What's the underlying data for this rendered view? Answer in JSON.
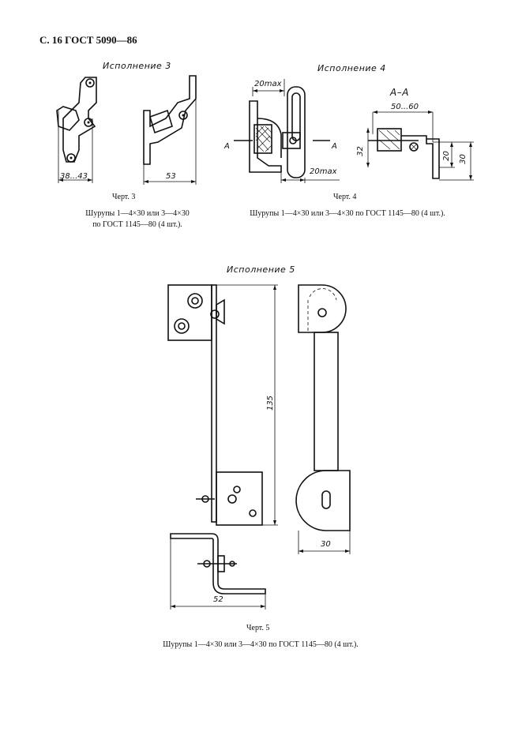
{
  "page": {
    "header": "С. 16 ГОСТ 5090—86"
  },
  "fig3": {
    "title": "Исполнение 3",
    "dim_a": "38...43",
    "dim_b": "53",
    "caption": "Черт. 3",
    "note_line1": "Шурупы 1—4×30 или 3—4×30",
    "note_line2": "по ГОСТ 1145—80 (4 шт.)."
  },
  "fig4": {
    "title": "Исполнение 4",
    "section_label": "А–А",
    "dim_top": "20max",
    "dim_bottom": "20max",
    "cut_left": "А",
    "cut_right": "А",
    "dim_50_60": "50...60",
    "dim_32": "32",
    "dim_20": "20",
    "dim_30": "30",
    "caption": "Черт. 4",
    "note": "Шурупы 1—4×30 или 3—4×30 по ГОСТ 1145—80 (4 шт.)."
  },
  "fig5": {
    "title": "Исполнение 5",
    "dim_135": "135",
    "dim_30": "30",
    "dim_52": "52",
    "caption": "Черт. 5",
    "note": "Шурупы 1—4×30 или 3—4×30 по ГОСТ 1145—80 (4 шт.)."
  }
}
